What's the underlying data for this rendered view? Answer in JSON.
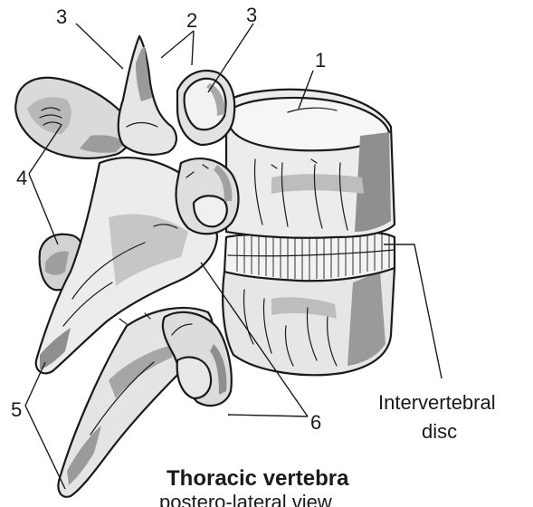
{
  "figure": {
    "title": "Thoracic vertebra",
    "subtitle": "postero-lateral view"
  },
  "labels": {
    "l1": "1",
    "l2": "2",
    "l3a": "3",
    "l3b": "3",
    "l4": "4",
    "l5": "5",
    "l6": "6",
    "disc_line1": "Intervertebral",
    "disc_line2": "disc"
  },
  "colors": {
    "outline": "#1a1a1a",
    "bone_light": "#ececec",
    "bone_mid": "#c8c8c8",
    "bone_dark": "#8f8f8f",
    "background": "#ffffff"
  }
}
